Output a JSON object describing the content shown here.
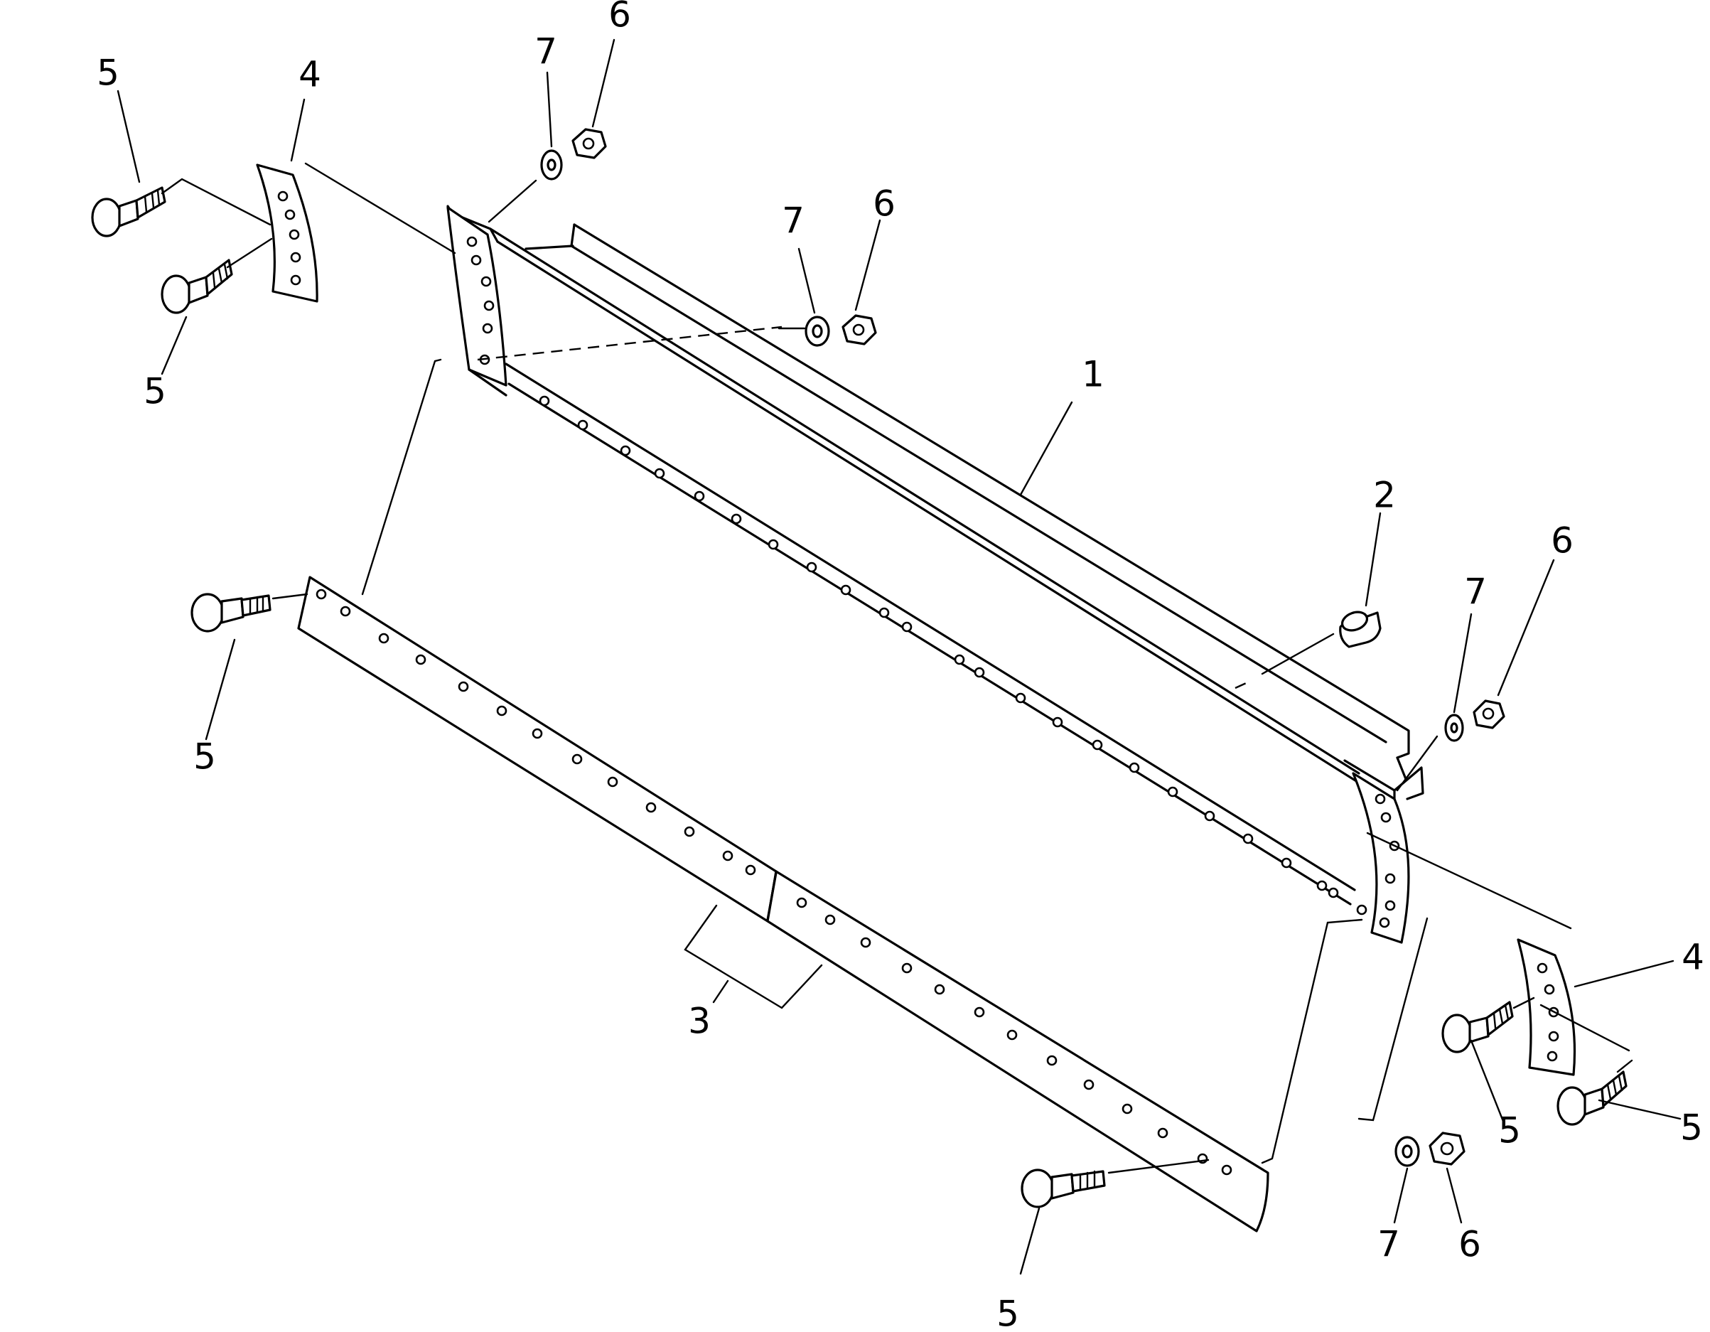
{
  "diagram": {
    "callouts": {
      "c1": "1",
      "c2": "2",
      "c3": "3",
      "c4a": "4",
      "c4b": "4",
      "c5a": "5",
      "c5b": "5",
      "c5c": "5",
      "c5d": "5",
      "c5e": "5",
      "c5f": "5",
      "c6a": "6",
      "c6b": "6",
      "c6c": "6",
      "c6d": "6",
      "c7a": "7",
      "c7b": "7",
      "c7c": "7",
      "c7d": "7"
    }
  }
}
